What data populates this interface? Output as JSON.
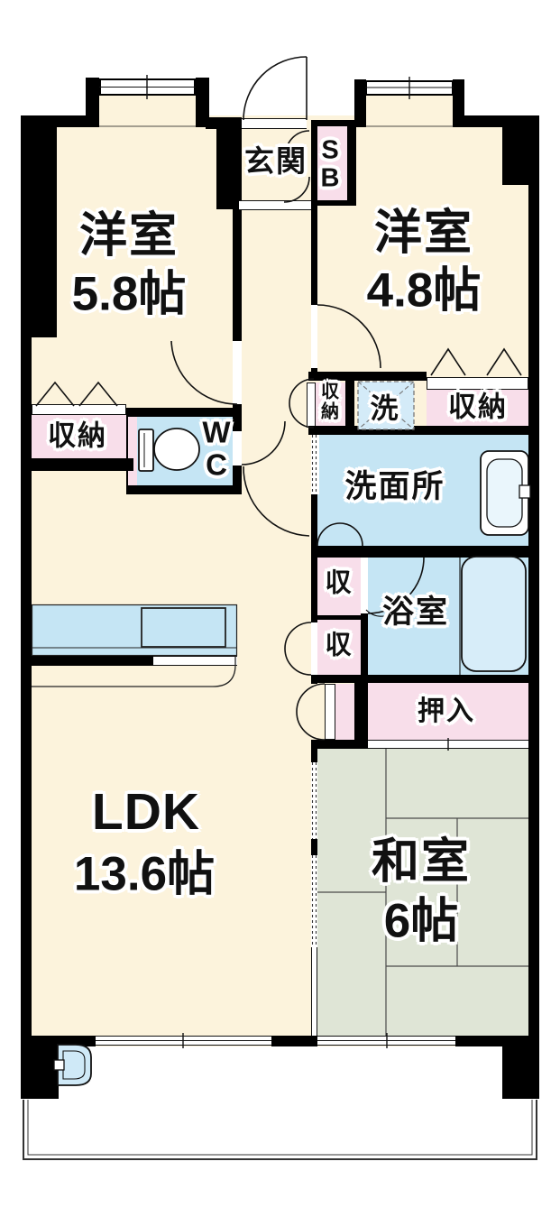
{
  "colors": {
    "floor_cream": "#fcf3dc",
    "tatami_green": "#dfe5d6",
    "water_blue": "#c5e5f4",
    "storage_pink": "#f8deea",
    "wall_black": "#000000",
    "balcony_white": "#ffffff"
  },
  "rooms": {
    "entrance": {
      "label": "玄関"
    },
    "shoe_box": {
      "line1": "S",
      "line2": "B"
    },
    "western_room_1": {
      "name": "洋室",
      "size": "5.8帖"
    },
    "western_room_2": {
      "name": "洋室",
      "size": "4.8帖"
    },
    "closet_left": {
      "label": "収納"
    },
    "toilet": {
      "line1": "W",
      "line2": "C"
    },
    "hall_closet": {
      "line1": "収",
      "line2": "納"
    },
    "laundry": {
      "label": "洗"
    },
    "closet_right": {
      "label": "収納"
    },
    "washroom": {
      "label": "洗面所"
    },
    "bathroom": {
      "label": "浴室"
    },
    "closet_upper": {
      "label": "収"
    },
    "closet_lower": {
      "label": "収"
    },
    "oshiire": {
      "label": "押入"
    },
    "ldk": {
      "name": "LDK",
      "size": "13.6帖"
    },
    "japanese_room": {
      "name": "和室",
      "size": "6帖"
    }
  }
}
